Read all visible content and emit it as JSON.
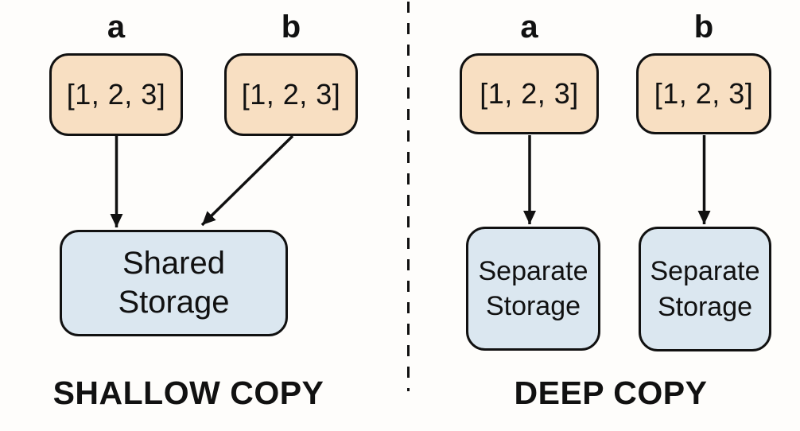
{
  "colors": {
    "background": "#FEFDFB",
    "variable_box_fill": "#F8DFC2",
    "storage_box_fill": "#DBE7F0",
    "stroke": "#111111"
  },
  "shallow_panel": {
    "title": "SHALLOW COPY",
    "variable_a": {
      "label": "a",
      "value": "[1, 2, 3]"
    },
    "variable_b": {
      "label": "b",
      "value": "[1, 2, 3]"
    },
    "storage": {
      "line1": "Shared",
      "line2": "Storage"
    }
  },
  "deep_panel": {
    "title": "DEEP COPY",
    "variable_a": {
      "label": "a",
      "value": "[1, 2, 3]"
    },
    "variable_b": {
      "label": "b",
      "value": "[1, 2, 3]"
    },
    "storage_a": {
      "line1": "Separate",
      "line2": "Storage"
    },
    "storage_b": {
      "line1": "Separate",
      "line2": "Storage"
    }
  }
}
